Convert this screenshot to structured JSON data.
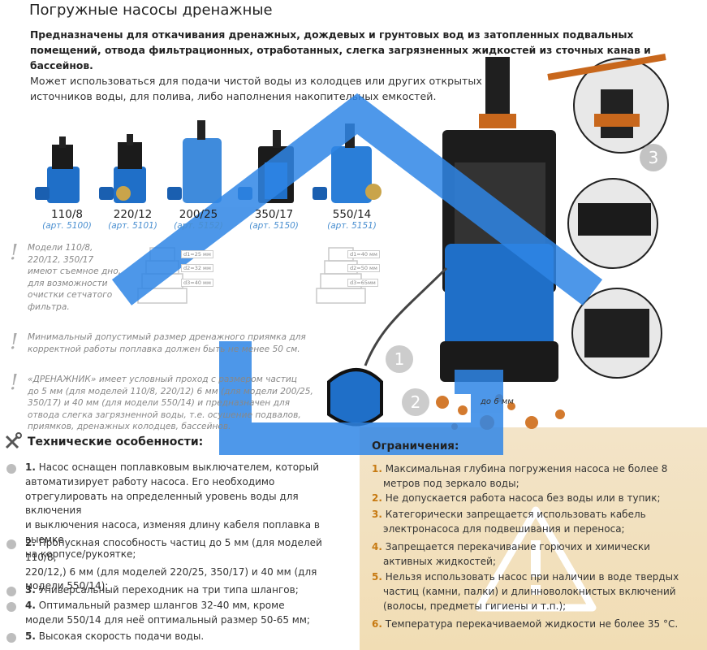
{
  "title": "Погружные насосы дренажные",
  "intro": "Предназначены для откачивания дренажных, дождевых и грунтовых вод из затопленных подвальных помещений, отвода фильтрационных, отработанных, слегка загрязненных жидкостей из сточных канав и бассейнов.",
  "use_line1": "Может использоваться для подачи чистой воды из колодцев или других открытых",
  "use_line2": "источников воды, для полива, либо наполнения накопительных емкостей.",
  "models": [
    {
      "name": "110/8",
      "art": "(арт. 5100)"
    },
    {
      "name": "220/12",
      "art": "(арт. 5101)"
    },
    {
      "name": "200/25",
      "art": "(арт. 5152)"
    },
    {
      "name": "350/17",
      "art": "(арт. 5150)"
    },
    {
      "name": "550/14",
      "art": "(арт. 5151)"
    }
  ],
  "notes": {
    "note1": [
      "Модели 110/8,",
      "220/12, 350/17",
      "имеют съемное дно,",
      "для возможности",
      "очистки сетчатого",
      "фильтра."
    ],
    "note2": [
      "Минимальный допустимый размер дренажного приямка для",
      "корректной работы поплавка должен быть не менее 50 см."
    ],
    "note3": [
      "«ДРЕНАЖНИК» имеет условный проход с размером частиц",
      "до 5 мм (для моделей 110/8, 220/12) 6 мм (для модели 200/25,",
      "350/17) и 40 мм (для модели 550/14) и предназначен для",
      "отвода слегка загрязненной воды, т.е. осушение подвалов,",
      "приямков, дренажных колодцев, бассейнов."
    ]
  },
  "dims_left": [
    "d1=25 мм",
    "d2=32 мм",
    "d3=40 мм"
  ],
  "dims_right": [
    "d1=40 мм",
    "d2=50 мм",
    "d3=65мм"
  ],
  "particle_label": "до 6 мм",
  "callouts": [
    "1",
    "2",
    "3"
  ],
  "tech": {
    "title": "Технические особенности:",
    "items": [
      {
        "num": "1.",
        "lines": [
          "Насос оснащен поплавковым выключателем, который",
          "автоматизирует работу насоса. Его необходимо",
          "отрегулировать на определенный уровень воды для включения",
          "и выключения насоса, изменяя длину кабеля поплавка в выемке",
          "на корпусе/рукоятке;"
        ]
      },
      {
        "num": "2.",
        "lines": [
          "Пропускная способность частиц до 5 мм (для моделей 110/8,",
          "220/12,) 6 мм (для моделей 220/25, 350/17) и 40 мм (для",
          "модели 550/14);"
        ]
      },
      {
        "num": "3.",
        "lines": [
          "Универсальный переходник на три типа шлангов;"
        ]
      },
      {
        "num": "4.",
        "lines": [
          "Оптимальный размер шлангов 32-40 мм, кроме",
          "модели 550/14 для неё оптимальный размер 50-65 мм;"
        ]
      },
      {
        "num": "5.",
        "lines": [
          "Высокая скорость подачи воды."
        ]
      }
    ]
  },
  "limits": {
    "title": "Ограничения:",
    "items": [
      {
        "num": "1.",
        "lines": [
          "Максимальная глубина погружения насоса не более 8",
          "метров под зеркало воды;"
        ]
      },
      {
        "num": "2.",
        "lines": [
          "Не допускается работа насоса без воды или в тупик;"
        ]
      },
      {
        "num": "3.",
        "lines": [
          "Категорически запрещается использовать кабель",
          "электронасоса для подвешивания и переноса;"
        ]
      },
      {
        "num": "4.",
        "lines": [
          "Запрещается перекачивание горючих и химически",
          "активных жидкостей;"
        ]
      },
      {
        "num": "5.",
        "lines": [
          "Нельзя использовать насос при наличии в воде твердых",
          "частиц (камни, палки) и длинноволокнистых включений",
          "(волосы, предметы гигиены и т.п.);"
        ]
      },
      {
        "num": "6.",
        "lines": [
          "Температура перекачиваемой жидкости не более 35 °С."
        ]
      }
    ]
  },
  "colors": {
    "pump_blue": "#1f6fc8",
    "pump_black": "#222222",
    "accent_orange": "#c8671c",
    "watermark_blue": "#2f86e6",
    "limits_bg": "#f2dfbb"
  }
}
